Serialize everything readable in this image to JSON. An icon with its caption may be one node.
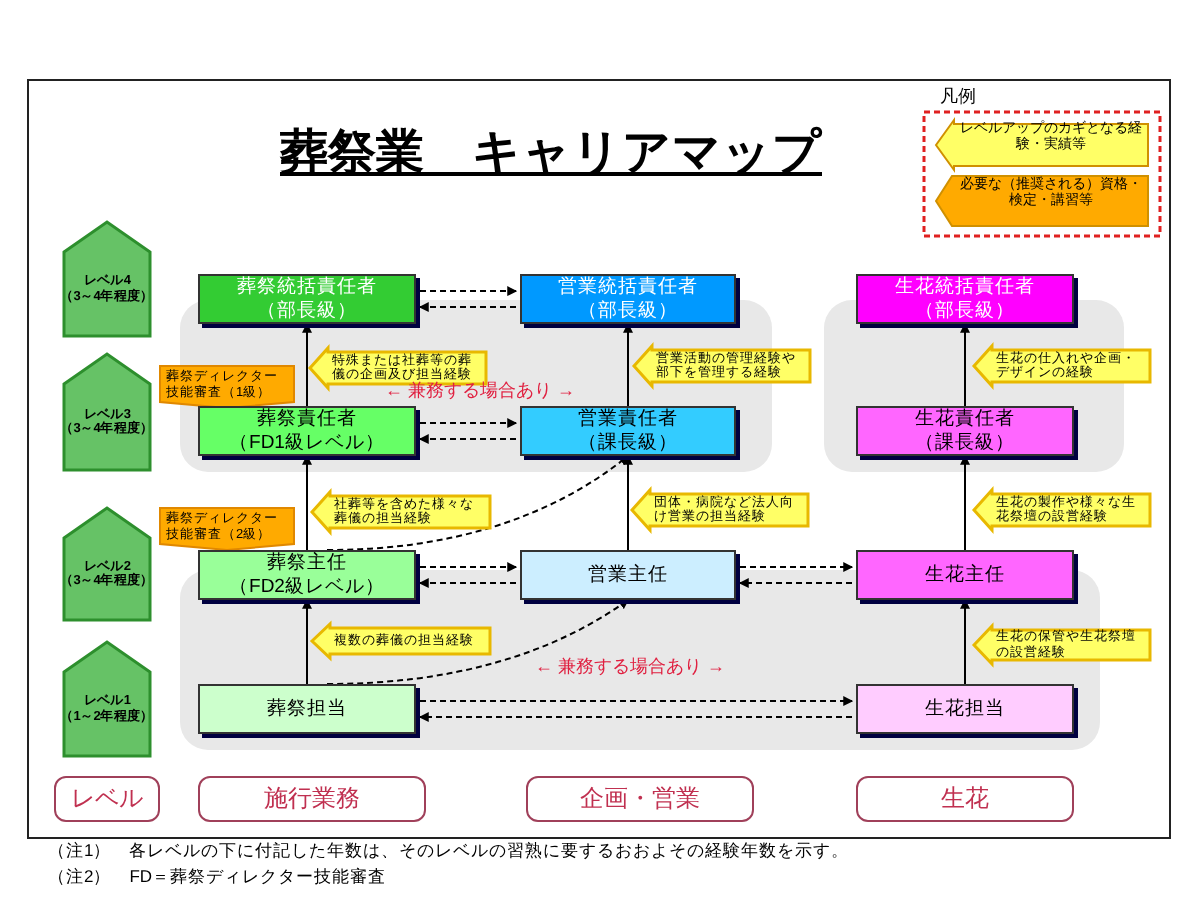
{
  "diagram": {
    "title": "葬祭業　キャリアマップ",
    "nodes": [
      {
        "text": [
          "レベル4",
          "（3～4年程度）"
        ]
      },
      {
        "text": [
          "葬祭統括責任者",
          "（部長級）"
        ]
      },
      {
        "text": [
          "営業統括責任者",
          "（部長級）"
        ]
      },
      {
        "text": [
          "生花統括責任者",
          "（部長級）"
        ]
      },
      {
        "text": [
          "特殊または社葬等の葬儀の企画及び担当経験"
        ]
      },
      {
        "text": [
          "営業活動の管理経験や部下を管理する経験"
        ]
      },
      {
        "text": [
          "生花の仕入れや企画・デザインの経験"
        ]
      },
      {
        "text": [
          "葬祭ディレクター技能審査（1級）"
        ]
      },
      {
        "text": [
          "レベル3",
          "（3～4年程度）"
        ]
      },
      {
        "text": [
          "葬祭責任者",
          "（FD1級レベル）"
        ]
      },
      {
        "text": [
          "営業責任者",
          "（課長級）"
        ]
      },
      {
        "text": [
          "生花責任者",
          "（課長級）"
        ]
      },
      {
        "text": [
          "葬祭ディレクター技能審査（2級）"
        ]
      },
      {
        "text": [
          "社葬等を含めた様々な葬儀の担当経験"
        ]
      },
      {
        "text": [
          "団体・病院など法人向け営業の担当経験"
        ]
      },
      {
        "text": [
          "生花の製作や様々な生花祭壇の設営経験"
        ]
      },
      {
        "text": [
          "レベル2",
          "（3～4年程度）"
        ]
      },
      {
        "text": [
          "葬祭主任",
          "（FD2級レベル）"
        ]
      },
      {
        "text": [
          "営業主任"
        ]
      },
      {
        "text": [
          "生花主任"
        ]
      },
      {
        "text": [
          "複数の葬儀の担当経験"
        ]
      },
      {
        "text": [
          "生花の保管や生花祭壇の設営経験"
        ]
      },
      {
        "text": [
          "レベル1",
          "（1～2年程度）"
        ]
      },
      {
        "text": [
          "葬祭担当"
        ]
      },
      {
        "text": [
          "生花担当"
        ]
      },
      {
        "text": [
          "レベル"
        ]
      },
      {
        "text": [
          "施行業務"
        ]
      },
      {
        "text": [
          "企画・営業"
        ]
      },
      {
        "text": [
          "生花"
        ]
      }
    ],
    "edges": [
      {
        "from": 23,
        "to": 17,
        "arrow": "to"
      },
      {
        "from": 17,
        "to": 9,
        "arrow": "to"
      },
      {
        "from": 9,
        "to": 1,
        "arrow": "to"
      },
      {
        "from": 18,
        "to": 10,
        "arrow": "to"
      },
      {
        "from": 10,
        "to": 2,
        "arrow": "to"
      },
      {
        "from": 24,
        "to": 19,
        "arrow": "to"
      },
      {
        "from": 19,
        "to": 11,
        "arrow": "to"
      },
      {
        "from": 11,
        "to": 3,
        "arrow": "to"
      },
      {
        "from": 23,
        "to": 18,
        "arrow": "to",
        "style": "dashed"
      },
      {
        "from": 17,
        "to": 10,
        "arrow": "to",
        "style": "dashed"
      },
      {
        "from": 1,
        "to": 2,
        "arrow": "to",
        "style": "dashed"
      },
      {
        "from": 2,
        "to": 1,
        "arrow": "to",
        "style": "dashed"
      },
      {
        "from": 9,
        "to": 10,
        "arrow": "to",
        "style": "dashed"
      },
      {
        "from": 10,
        "to": 9,
        "arrow": "to",
        "style": "dashed"
      },
      {
        "from": 17,
        "to": 18,
        "arrow": "to",
        "style": "dashed"
      },
      {
        "from": 18,
        "to": 17,
        "arrow": "to",
        "style": "dashed"
      },
      {
        "from": 18,
        "to": 19,
        "arrow": "to",
        "style": "dashed"
      },
      {
        "from": 19,
        "to": 18,
        "arrow": "to",
        "style": "dashed"
      },
      {
        "from": 23,
        "to": 24,
        "arrow": "to",
        "style": "dashed"
      },
      {
        "from": 24,
        "to": 23,
        "arrow": "to",
        "style": "dashed"
      }
    ],
    "labels": [
      "凡例",
      "← 兼務する場合あり →",
      "← 兼務する場合あり →",
      "（注1）　各レベルの下に付記した年数は、そのレベルの習熟に要するおおよその経験年数を示す。",
      "（注2）　FD＝葬祭ディレクター技能審査"
    ],
    "legend": [
      {
        "text": "レベルアップのカギとなる経験・実績等",
        "color": "#ffff66"
      },
      {
        "text": "必要な（推奨される）資格・検定・講習等",
        "color": "#ffaa00"
      }
    ]
  }
}
